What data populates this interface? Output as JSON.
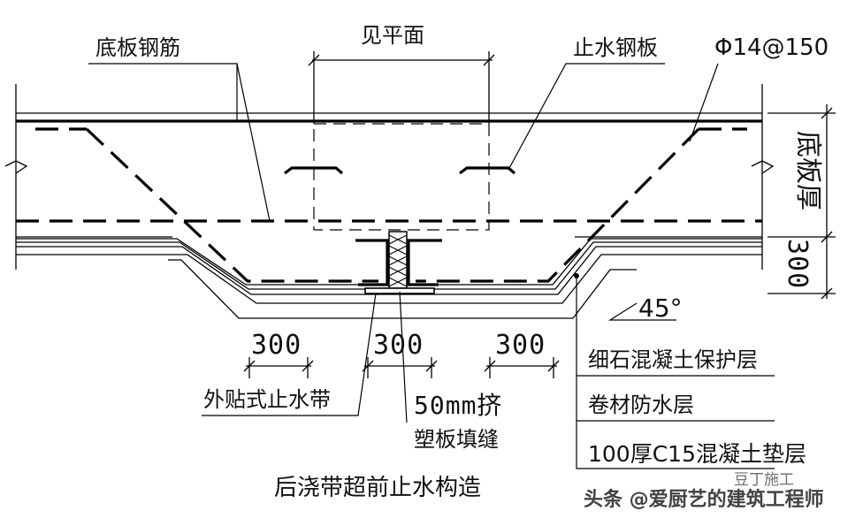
{
  "diagram": {
    "title": "后浇带超前止水构造",
    "labels": {
      "slab_rebar": "底板钢筋",
      "see_plan": "见平面",
      "water_stop_plate": "止水钢板",
      "rebar_spec": "Φ14@150",
      "slab_thickness": "底板厚",
      "depth_300": "300",
      "slope": "45°",
      "width_left": "300",
      "width_mid": "300",
      "width_right": "300",
      "external_waterstop": "外贴式止水带",
      "filler_line1": "50mm挤",
      "filler_line2": "塑板填缝"
    },
    "layers": [
      "细石混凝土保护层",
      "卷材防水层",
      "100厚C15混凝土垫层"
    ],
    "watermarks": {
      "corner": "豆丁施工",
      "footer": "头条 @爱厨艺的建筑工程师"
    }
  }
}
